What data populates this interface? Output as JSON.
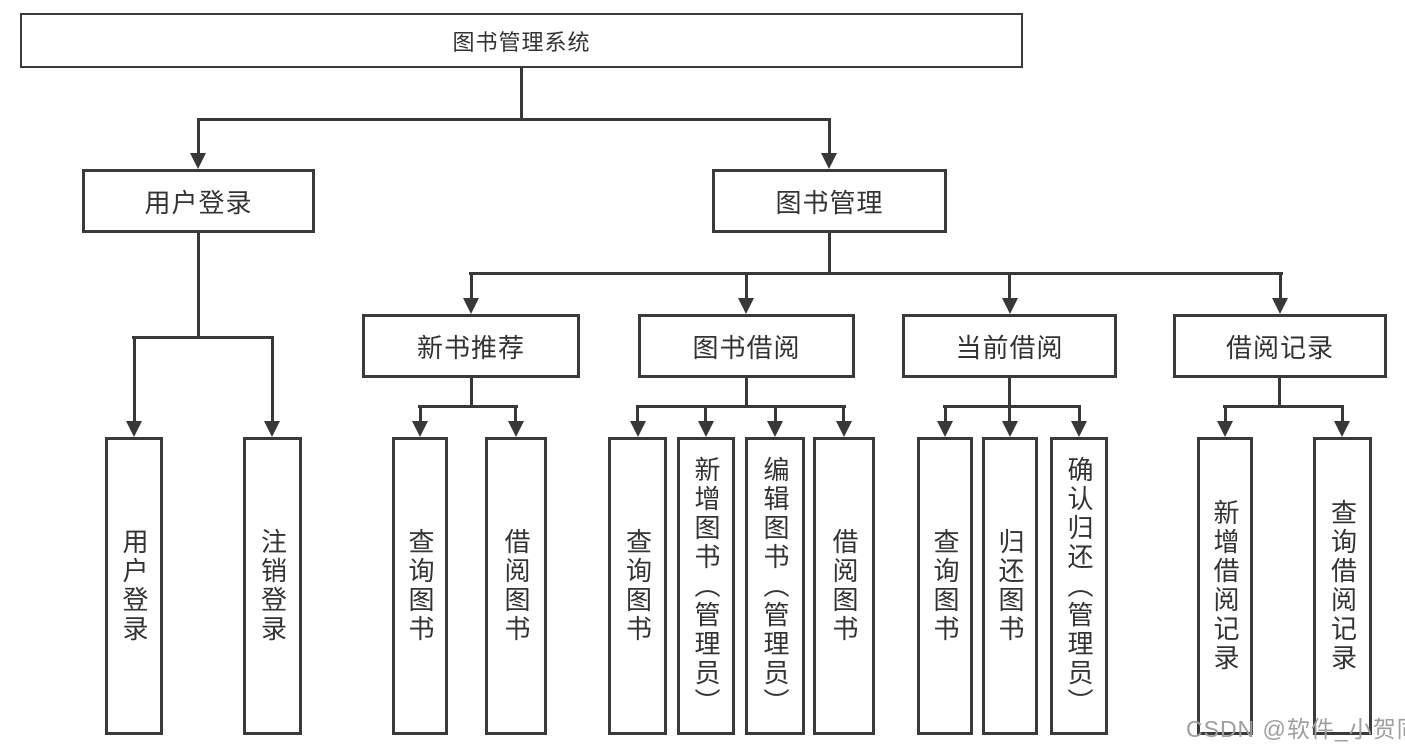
{
  "tree": {
    "root": {
      "label": "图书管理系统"
    },
    "level2": [
      {
        "label": "用户登录",
        "children": [
          {
            "label": "用户登录"
          },
          {
            "label": "注销登录"
          }
        ]
      },
      {
        "label": "图书管理",
        "modules": [
          {
            "label": "新书推荐",
            "children": [
              {
                "label": "查询图书"
              },
              {
                "label": "借阅图书"
              }
            ]
          },
          {
            "label": "图书借阅",
            "children": [
              {
                "label": "查询图书"
              },
              {
                "label": "新增图书（管理员）"
              },
              {
                "label": "编辑图书（管理员）"
              },
              {
                "label": "借阅图书"
              }
            ]
          },
          {
            "label": "当前借阅",
            "children": [
              {
                "label": "查询图书"
              },
              {
                "label": "归还图书"
              },
              {
                "label": "确认归还（管理员）"
              }
            ]
          },
          {
            "label": "借阅记录",
            "children": [
              {
                "label": "新增借阅记录"
              },
              {
                "label": "查询借阅记录"
              }
            ]
          }
        ]
      }
    ]
  },
  "watermark": {
    "text": "CSDN @软件_小贺同学"
  },
  "colors": {
    "line": "#383838",
    "border": "#3a3a3a",
    "text": "#333333",
    "watermark": "#9e9e9e",
    "background": "#ffffff"
  }
}
